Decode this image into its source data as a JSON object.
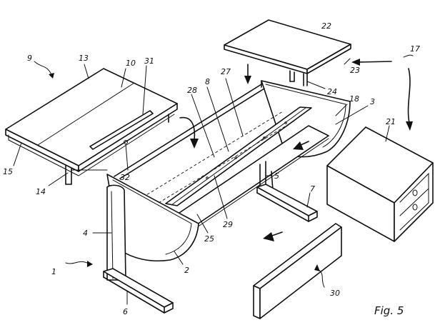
{
  "figure": {
    "caption": "Fig. 5"
  },
  "parts": {
    "p1": "1",
    "p2": "2",
    "p3": "3",
    "p4": "4",
    "p5": "5",
    "p6": "6",
    "p7": "7",
    "p8": "8",
    "p9": "9",
    "p10": "10",
    "p13": "13",
    "p14": "14",
    "p15": "15",
    "p17": "17",
    "p18": "18",
    "p21": "21",
    "p22": "22",
    "p23": "23",
    "p24": "24",
    "p25": "25",
    "p27": "27",
    "p28": "28",
    "p29": "29",
    "p30": "30",
    "p31": "31",
    "p32": "32"
  }
}
